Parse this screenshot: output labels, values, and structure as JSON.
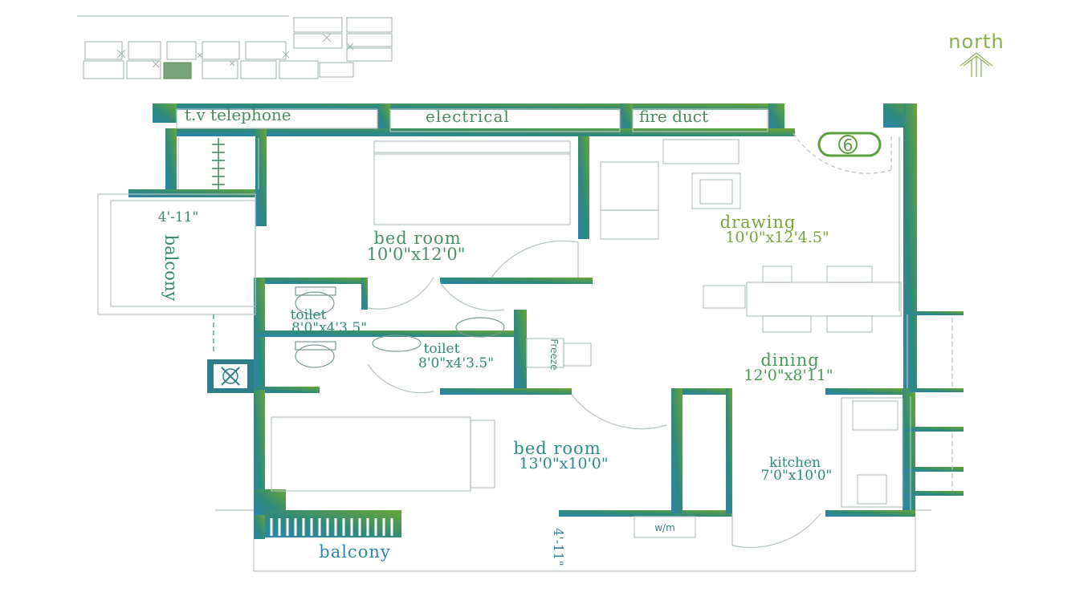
{
  "compass": {
    "label": "north"
  },
  "unit_number": "6",
  "ducts": {
    "tv_telephone": "t.v telephone",
    "electrical": "electrical",
    "fire_duct": "fire duct"
  },
  "rooms": {
    "bedroom_top": {
      "name": "bed room",
      "size": "10'0\"x12'0\""
    },
    "drawing": {
      "name": "drawing",
      "size": "10'0\"x12'4.5\""
    },
    "balcony_left": {
      "name": "balcony",
      "dim": "4'-11\""
    },
    "toilet_1": {
      "name": "toilet",
      "size": "8'0\"x4'3.5\""
    },
    "toilet_2": {
      "name": "toilet",
      "size": "8'0\"x4'3.5\""
    },
    "dining": {
      "name": "dining",
      "size": "12'0\"x8'11\""
    },
    "bedroom_bottom": {
      "name": "bed room",
      "size": "13'0\"x10'0\""
    },
    "kitchen": {
      "name": "kitchen",
      "size": "7'0\"x10'0\""
    },
    "balcony_bottom": {
      "name": "balcony",
      "dim": "4'-11\""
    }
  },
  "fixtures": {
    "fridge": "Freeze",
    "washing_machine": "w/m"
  },
  "colors": {
    "wall_green": "#5a9a3c",
    "wall_teal": "#2f8a7a",
    "wall_blue": "#2b85ad",
    "text_green": "#7aa33a",
    "text_teal": "#2f8a7a",
    "text_blue": "#2b85ad",
    "line_grey": "#b9c6c3"
  }
}
